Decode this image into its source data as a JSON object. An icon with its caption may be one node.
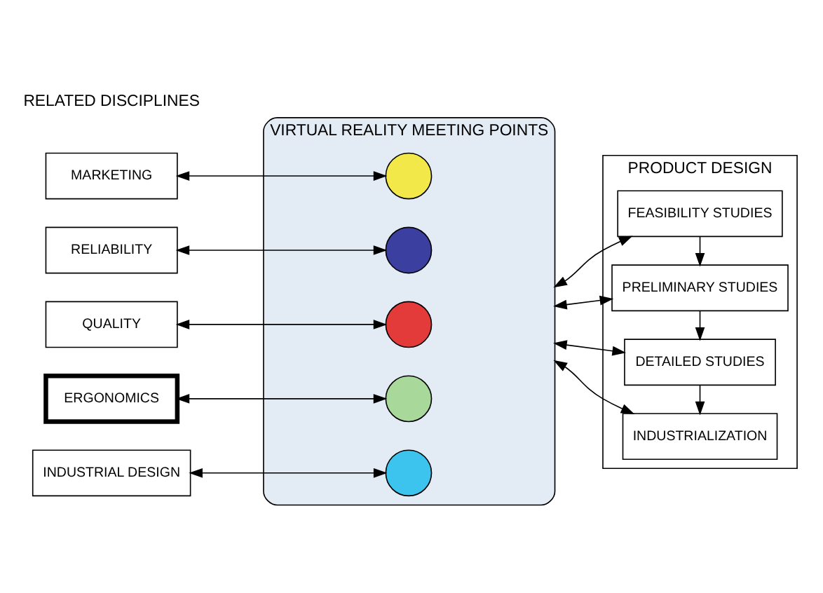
{
  "diagram": {
    "nodes": [
      {
        "text": [
          "MARKETING"
        ]
      },
      {
        "text": [
          "RELIABILITY"
        ]
      },
      {
        "text": [
          "QUALITY"
        ]
      },
      {
        "text": [
          "ERGONOMICS"
        ]
      },
      {
        "text": [
          "INDUSTRIAL DESIGN"
        ]
      },
      {
        "text": [
          "VIRTUAL REALITY MEETING POINTS"
        ]
      },
      {
        "text": [],
        "shape": "circle",
        "in": 5
      },
      {
        "text": [],
        "shape": "circle",
        "in": 5
      },
      {
        "text": [],
        "shape": "circle",
        "in": 5
      },
      {
        "text": [],
        "shape": "circle",
        "in": 5
      },
      {
        "text": [],
        "shape": "circle",
        "in": 5
      },
      {
        "text": [
          "PRODUCT DESIGN"
        ]
      },
      {
        "text": [
          "FEASIBILITY STUDIES"
        ],
        "in": 11
      },
      {
        "text": [
          "PRELIMINARY STUDIES"
        ],
        "in": 11
      },
      {
        "text": [
          "DETAILED STUDIES"
        ],
        "in": 11
      },
      {
        "text": [
          "INDUSTRIALIZATION"
        ],
        "in": 11
      }
    ],
    "edges": [
      {
        "from": 0,
        "to": 6,
        "arrow": "both"
      },
      {
        "from": 1,
        "to": 7,
        "arrow": "both"
      },
      {
        "from": 2,
        "to": 8,
        "arrow": "both"
      },
      {
        "from": 3,
        "to": 9,
        "arrow": "both"
      },
      {
        "from": 4,
        "to": 10,
        "arrow": "both"
      },
      {
        "from": 5,
        "to": 12,
        "arrow": "both"
      },
      {
        "from": 5,
        "to": 13,
        "arrow": "both"
      },
      {
        "from": 5,
        "to": 14,
        "arrow": "both"
      },
      {
        "from": 5,
        "to": 15,
        "arrow": "both"
      },
      {
        "from": 12,
        "to": 13,
        "arrow": "to"
      },
      {
        "from": 13,
        "to": 14,
        "arrow": "to"
      },
      {
        "from": 14,
        "to": 15,
        "arrow": "to"
      }
    ],
    "labels": [
      "RELATED DISCIPLINES"
    ]
  }
}
